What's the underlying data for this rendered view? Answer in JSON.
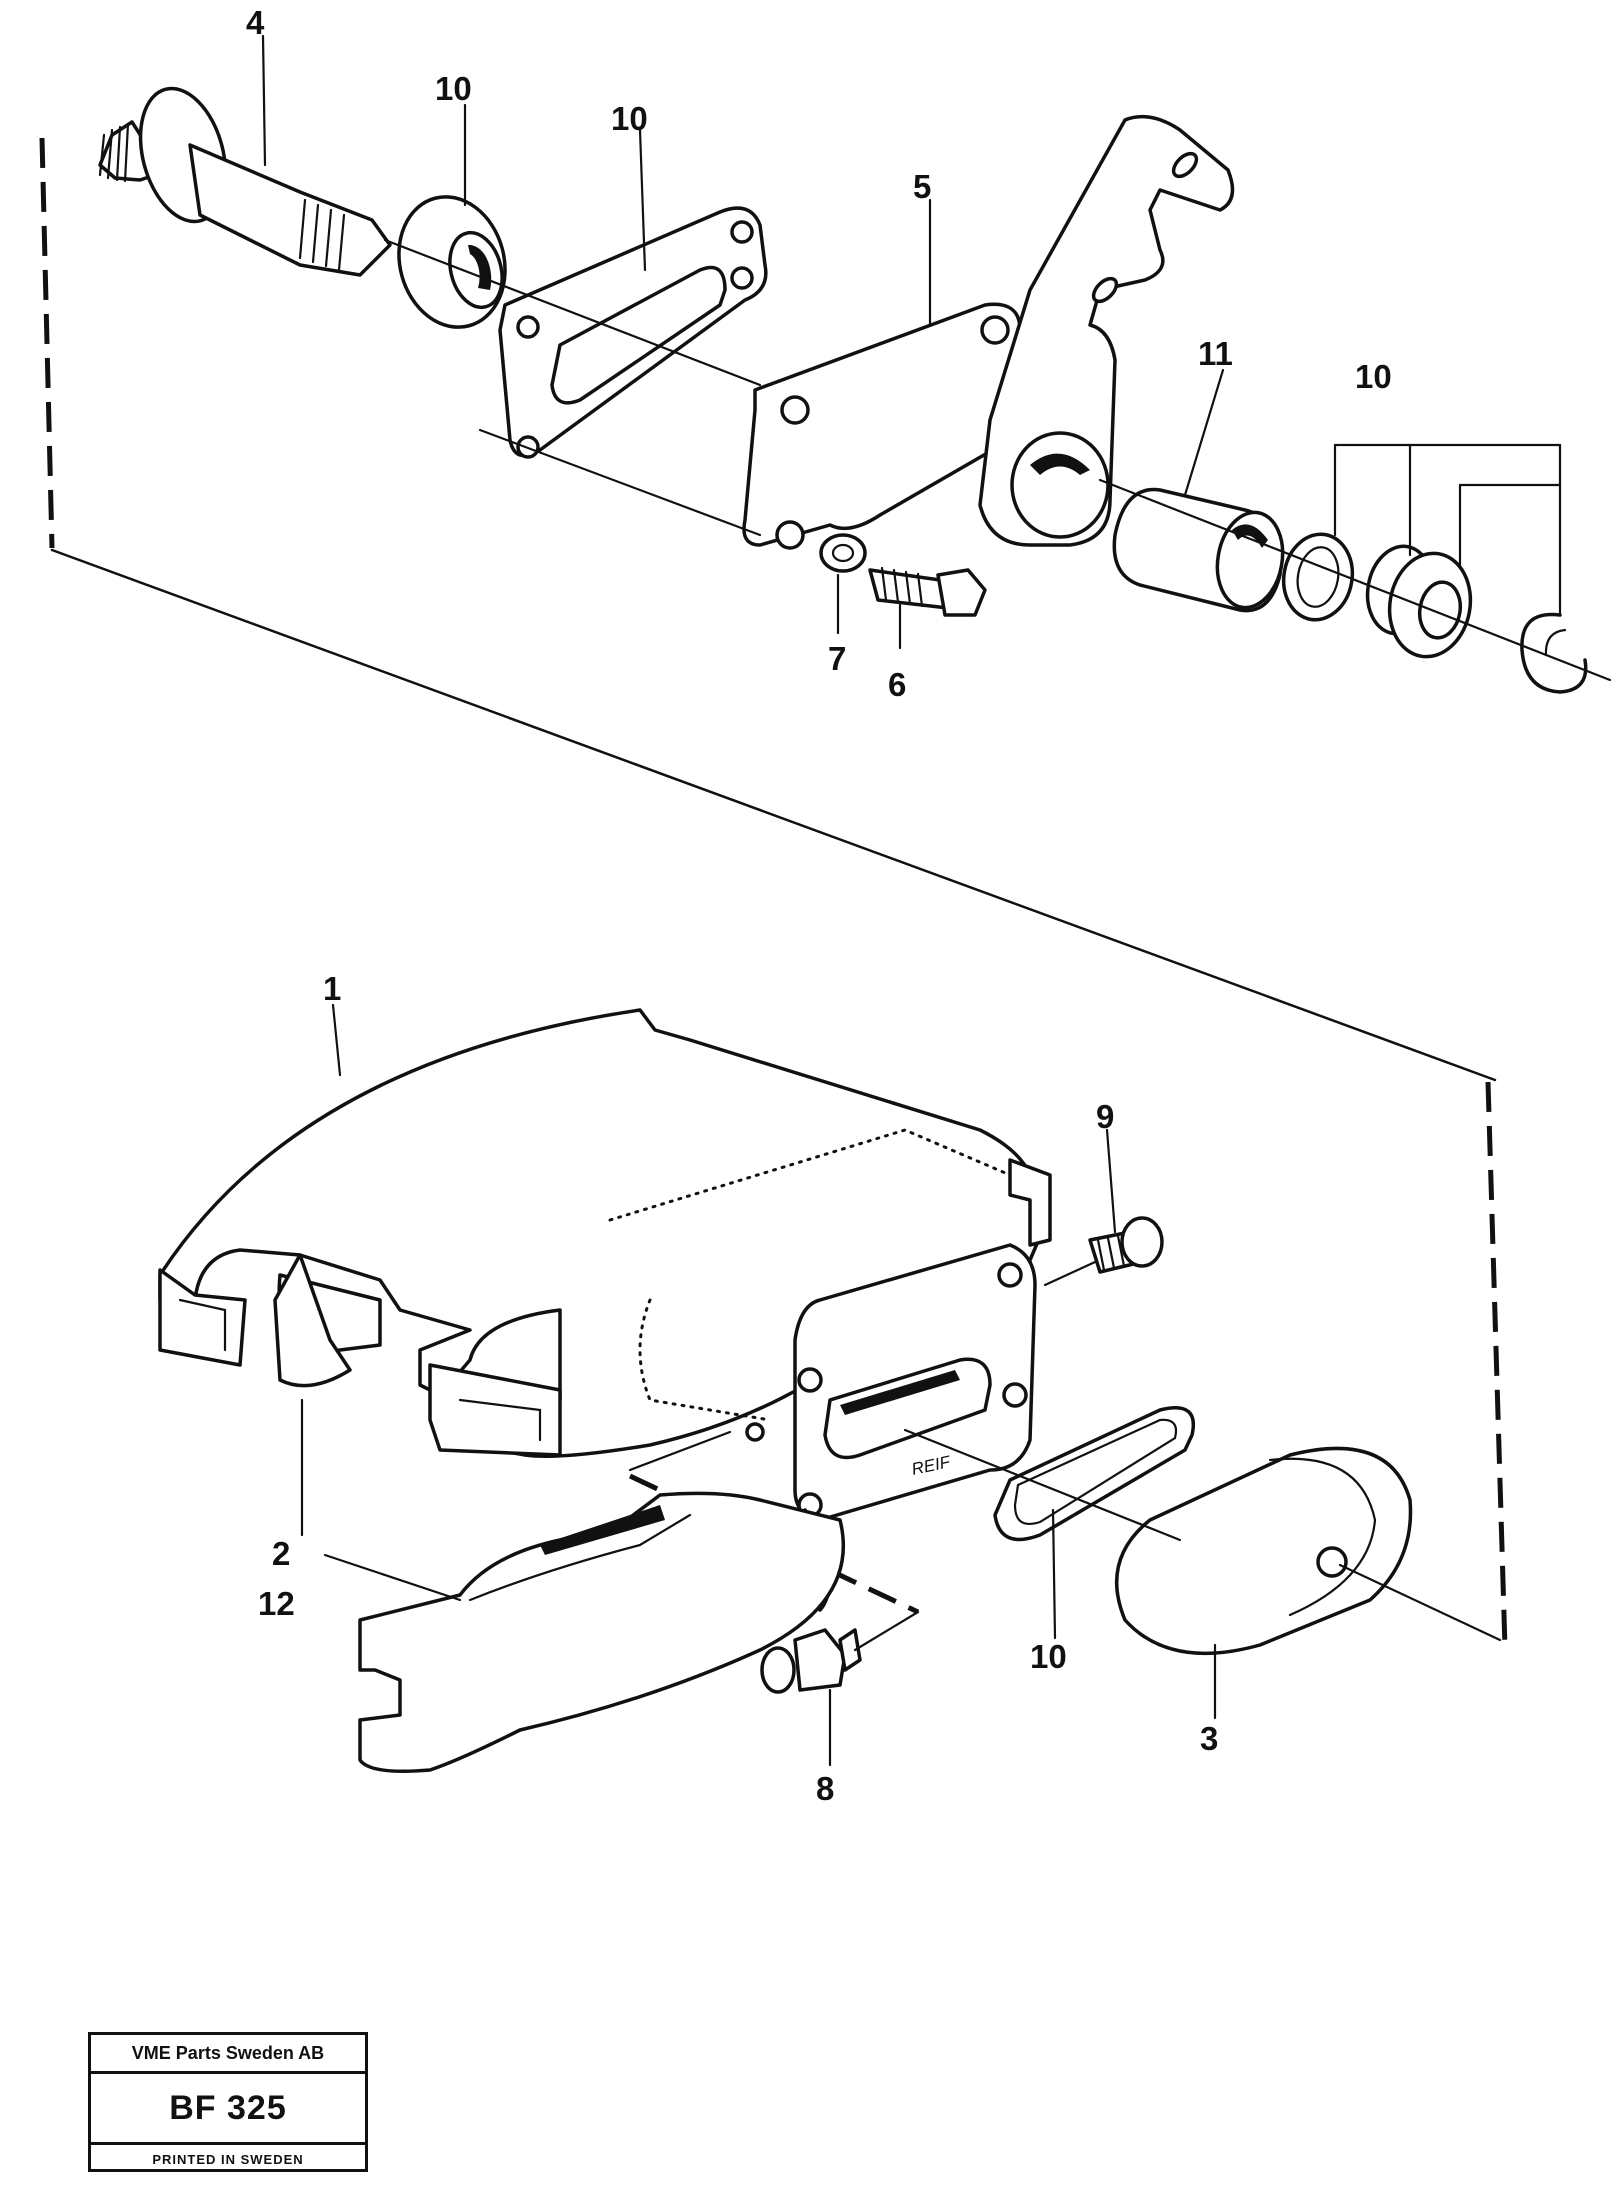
{
  "labels": {
    "l4": "4",
    "l10a": "10",
    "l10b": "10",
    "l5": "5",
    "l11": "11",
    "l10c": "10",
    "l7": "7",
    "l6": "6",
    "l1": "1",
    "l9": "9",
    "l2": "2",
    "l12": "12",
    "l10d": "10",
    "l3": "3",
    "l8": "8"
  },
  "casting_mark": "REIF",
  "stamp": {
    "company": "VME Parts Sweden AB",
    "code": "BF 325",
    "footer": "PRINTED IN SWEDEN"
  }
}
